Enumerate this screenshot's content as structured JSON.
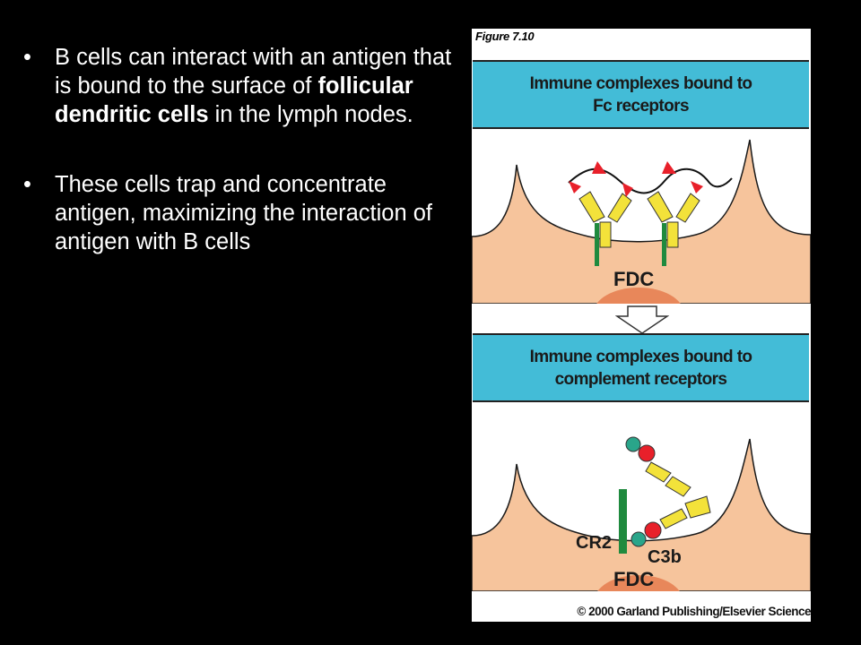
{
  "bullets": [
    {
      "pre": "B cells can interact with an antigen that is bound to the surface of ",
      "bold1": "follicular dendritic",
      "mid": " ",
      "bold2": "cells",
      "post": " in the lymph nodes."
    },
    {
      "text": "These cells trap and concentrate antigen, maximizing the interaction of antigen with B cells"
    }
  ],
  "figure": {
    "label": "Figure 7.10",
    "panel1": {
      "title_line1": "Immune complexes bound to",
      "title_line2": "Fc receptors",
      "cell_label": "FDC"
    },
    "panel2": {
      "title_line1": "Immune complexes bound to",
      "title_line2": "complement receptors",
      "receptor_label": "CR2",
      "complement_label": "C3b",
      "cell_label": "FDC"
    },
    "copyright": "© 2000 Garland Publishing/Elsevier Science"
  },
  "colors": {
    "banner": "#43bcd7",
    "cell": "#f6c49c",
    "nucleus": "#e8875a",
    "receptor_green": "#1f8a3e",
    "antibody_yellow": "#f3e23a",
    "antigen_red": "#e8202a",
    "complement_teal": "#2aa58a"
  }
}
